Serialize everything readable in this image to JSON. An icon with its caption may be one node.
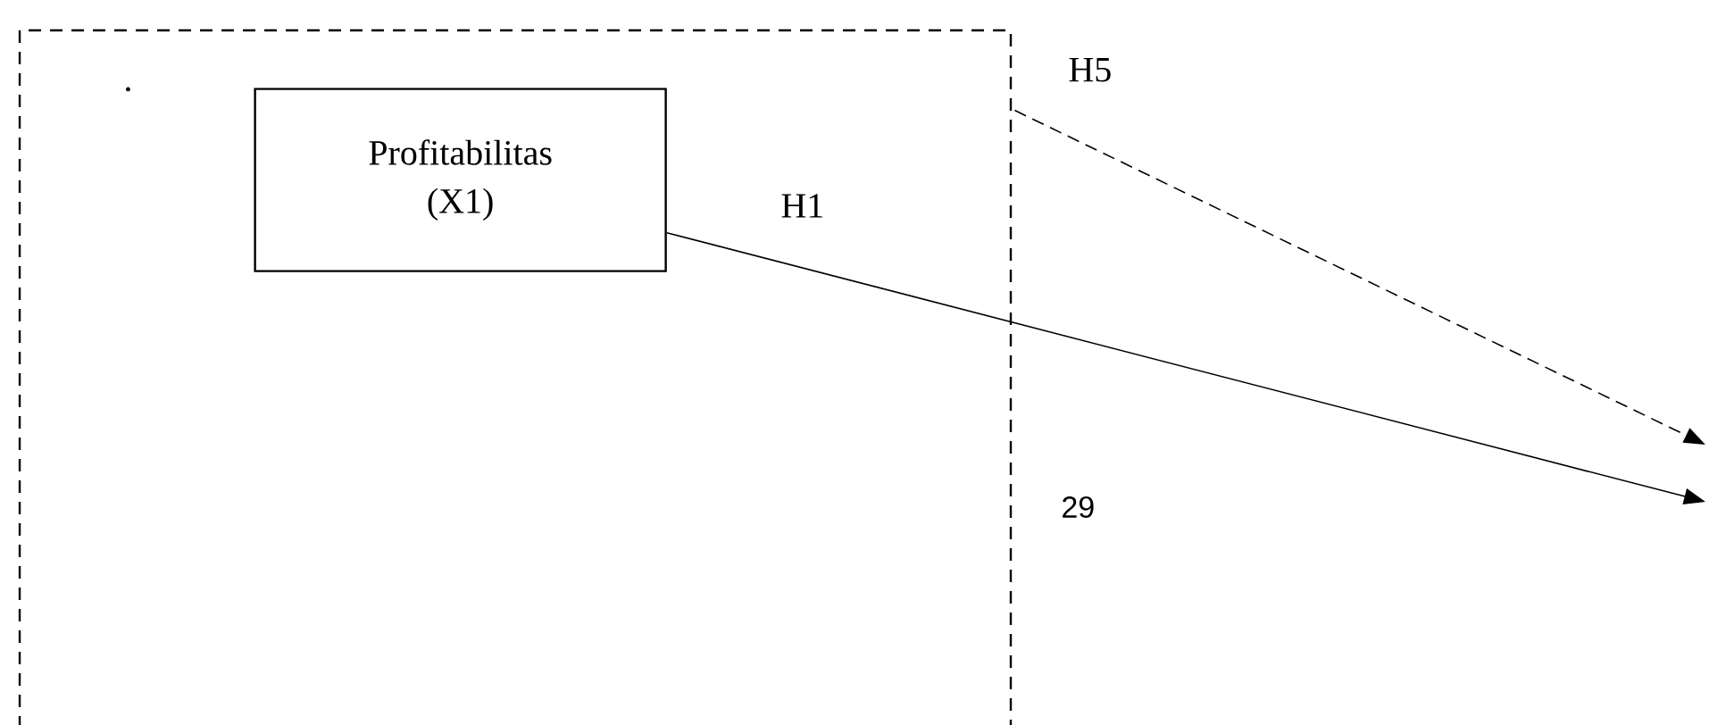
{
  "diagram": {
    "nodes": [
      {
        "text": [],
        "shape": "box"
      },
      {
        "text": [
          "Profitabilitas (X1)"
        ],
        "in": 0
      }
    ],
    "edges": [
      {
        "from": 1,
        "to": null,
        "arrow": "to",
        "label": "H1"
      },
      {
        "from": 0,
        "to": null,
        "arrow": "to",
        "label": "H5",
        "style": "dashed"
      }
    ],
    "labels": [
      ".",
      "29"
    ]
  }
}
